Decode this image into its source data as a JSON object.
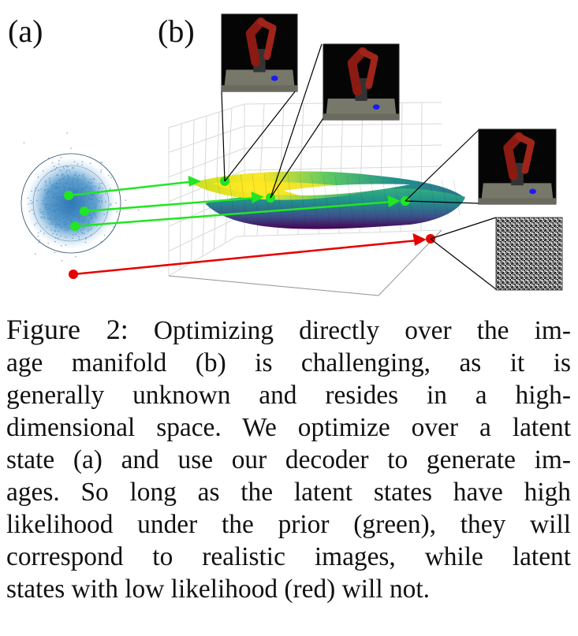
{
  "figure": {
    "panel_a_label": "(a)",
    "panel_b_label": "(b)",
    "colors": {
      "green": "#22e622",
      "red": "#e60000",
      "robot_red": "#8b1a12",
      "table": "#77786a",
      "viridis_low": "#440154",
      "viridis_mid": "#21918c",
      "viridis_high": "#fde725"
    }
  },
  "caption": {
    "prefix": "Figure 2:",
    "lines": [
      " Optimizing directly over the im-",
      "age manifold (b) is challenging, as it is",
      "generally unknown and resides in a high-",
      "dimensional space. We optimize over a latent",
      "state (a) and use our decoder to generate im-",
      "ages. So long as the latent states have high",
      "likelihood under the prior (green), they will",
      "correspond to realistic images, while latent",
      "states with low likelihood (red) will not."
    ]
  }
}
